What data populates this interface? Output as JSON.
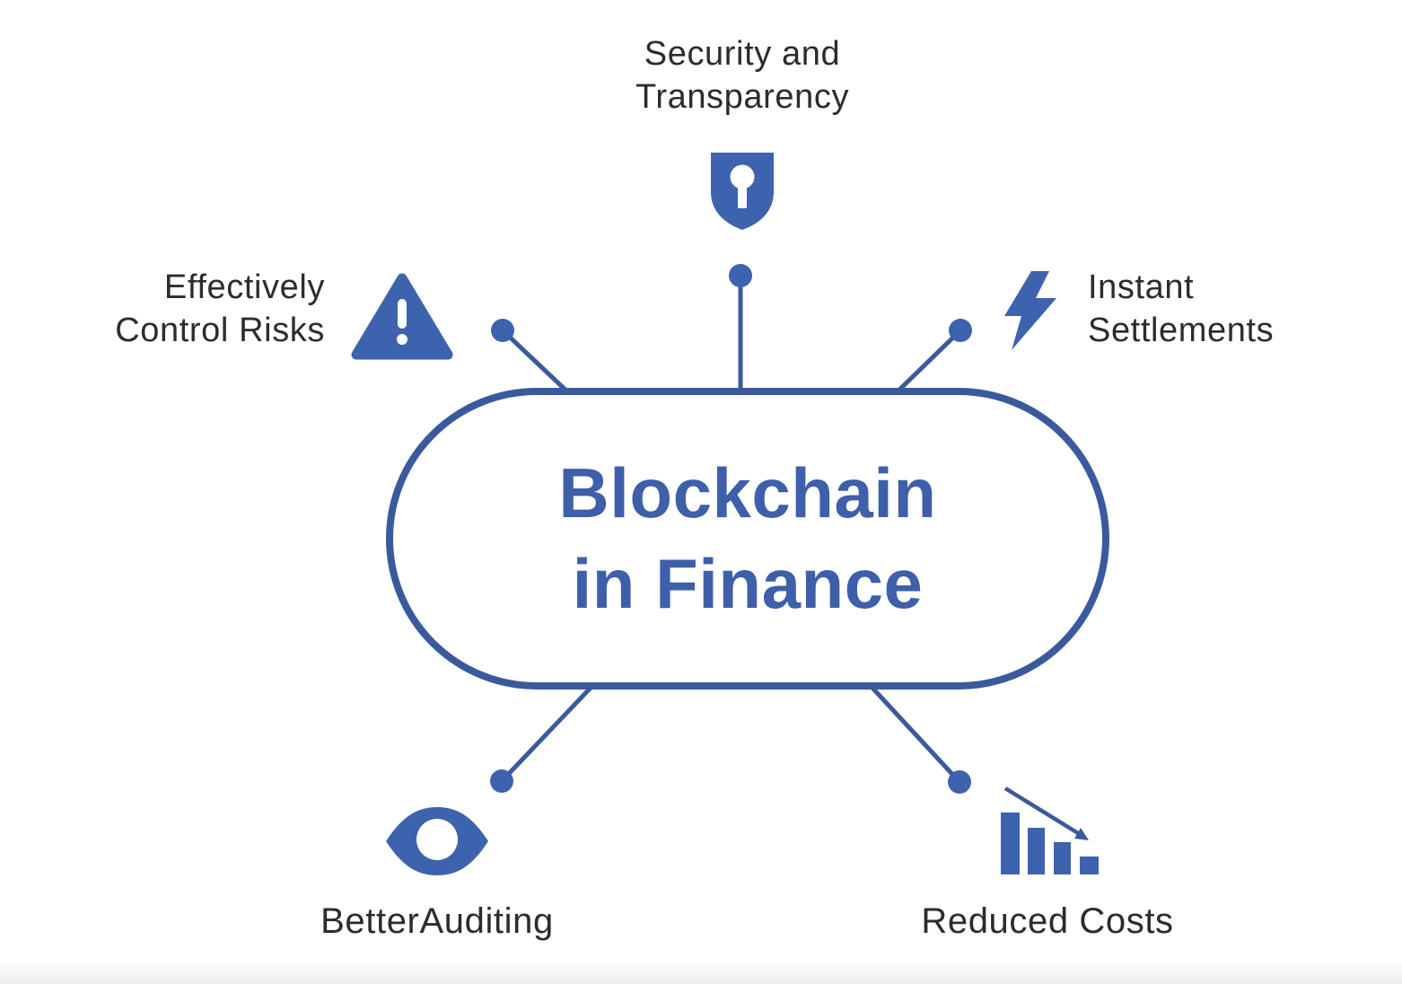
{
  "colors": {
    "accent_blue": "#3e63ae",
    "line_blue": "#3a5a9e",
    "title_blue": "#3e5fa9",
    "label_dark": "#2c2c2c"
  },
  "center": {
    "title_line1": "Blockchain",
    "title_line2": "in Finance"
  },
  "nodes": {
    "top": {
      "line1": "Security and",
      "line2": "Transparency",
      "icon": "shield-lock-icon"
    },
    "left": {
      "line1": "Effectively",
      "line2": "Control Risks",
      "icon": "warning-triangle-icon"
    },
    "right": {
      "line1": "Instant",
      "line2": "Settlements",
      "icon": "lightning-bolt-icon"
    },
    "bottom_left": {
      "label": "BetterAuditing",
      "icon": "eye-icon"
    },
    "bottom_right": {
      "label": "Reduced Costs",
      "icon": "declining-bar-chart-icon"
    }
  }
}
